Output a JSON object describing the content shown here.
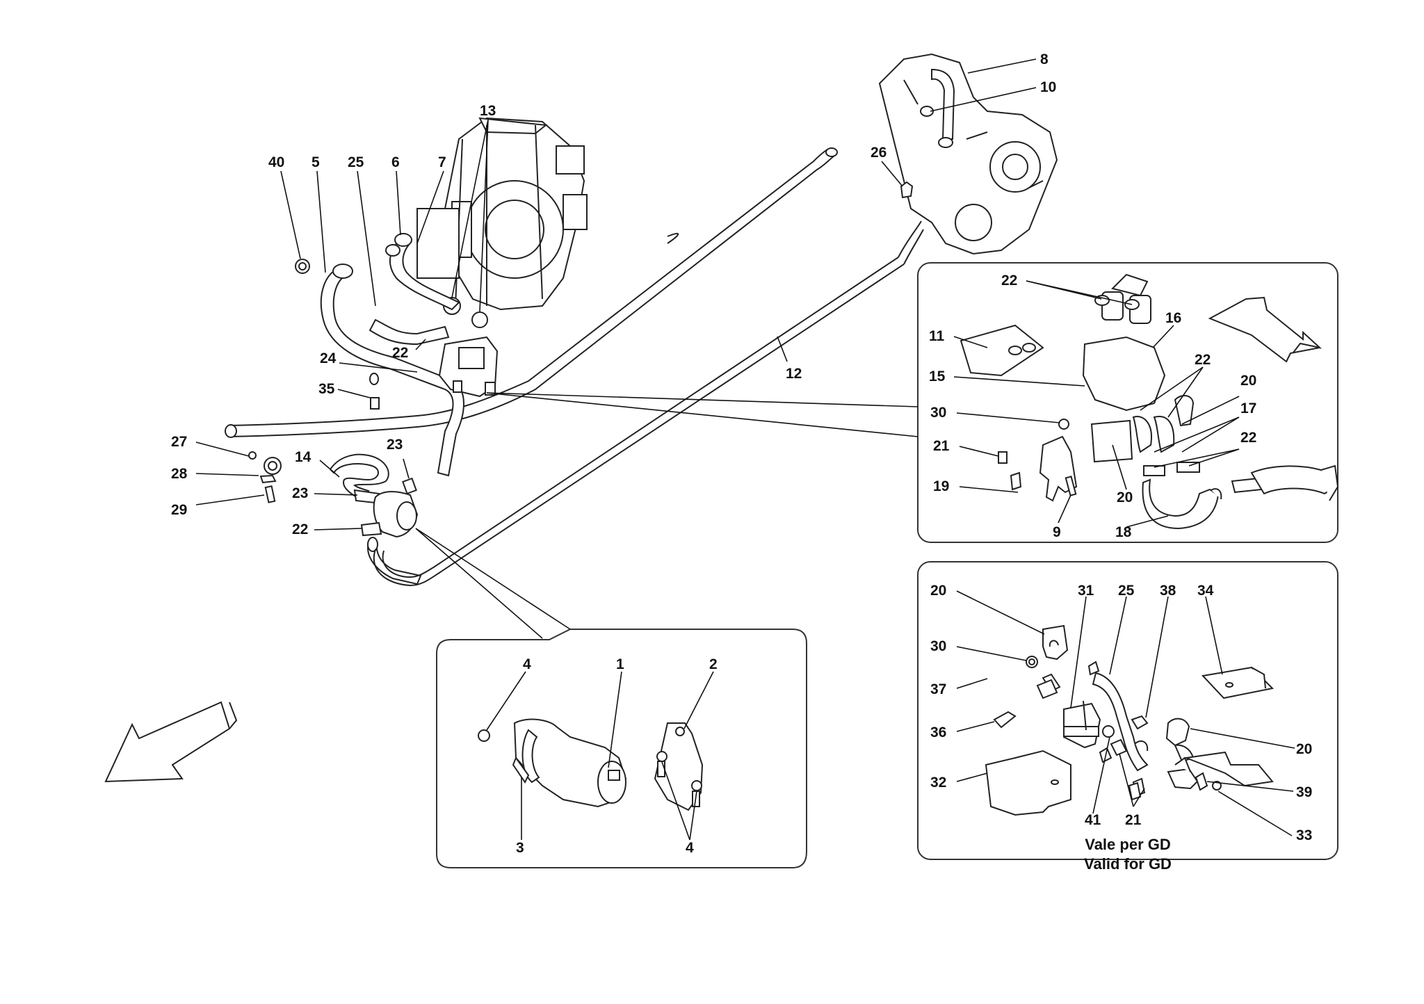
{
  "diagram": {
    "labels": {
      "l40": "40",
      "l5": "5",
      "l25a": "25",
      "l6": "6",
      "l7": "7",
      "l13": "13",
      "l24": "24",
      "l22a": "22",
      "l35": "35",
      "l27": "27",
      "l28": "28",
      "l29": "29",
      "l14": "14",
      "l23a": "23",
      "l23b": "23",
      "l22b": "22",
      "l8": "8",
      "l10": "10",
      "l26": "26",
      "l12": "12",
      "l22c": "22",
      "l16": "16",
      "l11": "11",
      "l15": "15",
      "l22d": "22",
      "l20a": "20",
      "l30a": "30",
      "l17": "17",
      "l22e": "22",
      "l21a": "21",
      "l19": "19",
      "l20b": "20",
      "l9": "9",
      "l18": "18",
      "l4a": "4",
      "l1": "1",
      "l2": "2",
      "l3": "3",
      "l4b": "4",
      "l20c": "20",
      "l31": "31",
      "l25b": "25",
      "l38": "38",
      "l34": "34",
      "l30b": "30",
      "l37": "37",
      "l36": "36",
      "l20d": "20",
      "l39": "39",
      "l32": "32",
      "l41": "41",
      "l21b": "21",
      "l33": "33"
    },
    "note": {
      "line1": "Vale per GD",
      "line2": "Valid for GD"
    }
  }
}
